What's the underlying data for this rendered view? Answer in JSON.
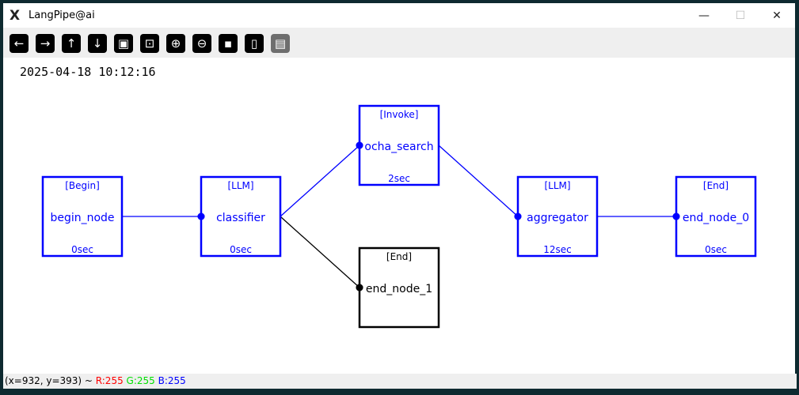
{
  "window": {
    "title": "LangPipe@ai",
    "app_icon": "x-logo-icon",
    "controls": {
      "minimize": "—",
      "maximize": "☐",
      "close": "✕"
    }
  },
  "toolbar": [
    {
      "name": "back-button",
      "icon": "arrow-left-icon",
      "glyph": "←"
    },
    {
      "name": "forward-button",
      "icon": "arrow-right-icon",
      "glyph": "→"
    },
    {
      "name": "up-button",
      "icon": "arrow-up-icon",
      "glyph": "↑"
    },
    {
      "name": "down-button",
      "icon": "arrow-down-icon",
      "glyph": "↓"
    },
    {
      "name": "image-button",
      "icon": "image-icon",
      "glyph": "▣"
    },
    {
      "name": "image-search-button",
      "icon": "image-search-icon",
      "glyph": "⊡"
    },
    {
      "name": "zoom-in-button",
      "icon": "zoom-in-icon",
      "glyph": "⊕"
    },
    {
      "name": "zoom-out-button",
      "icon": "zoom-out-icon",
      "glyph": "⊖"
    },
    {
      "name": "save-button",
      "icon": "save-icon",
      "glyph": "▪"
    },
    {
      "name": "clipboard-button",
      "icon": "clipboard-icon",
      "glyph": "▯"
    },
    {
      "name": "paint-button",
      "icon": "paint-brush-icon",
      "glyph": "▤",
      "disabled": true
    }
  ],
  "timestamp": "2025-04-18 10:12:16",
  "graph": {
    "colors": {
      "active": "#0000ff",
      "inactive": "#000000"
    },
    "nodes": [
      {
        "id": "begin",
        "type": "[Begin]",
        "label": "begin_node",
        "time": "0sec",
        "active": true
      },
      {
        "id": "classifier",
        "type": "[LLM]",
        "label": "classifier",
        "time": "0sec",
        "active": true
      },
      {
        "id": "search",
        "type": "[Invoke]",
        "label": "ocha_search",
        "time": "2sec",
        "active": true
      },
      {
        "id": "end1",
        "type": "[End]",
        "label": "end_node_1",
        "time": "",
        "active": false
      },
      {
        "id": "aggregator",
        "type": "[LLM]",
        "label": "aggregator",
        "time": "12sec",
        "active": true
      },
      {
        "id": "end0",
        "type": "[End]",
        "label": "end_node_0",
        "time": "0sec",
        "active": true
      }
    ],
    "edges": [
      {
        "from": "begin",
        "to": "classifier",
        "active": true
      },
      {
        "from": "classifier",
        "to": "search",
        "active": true
      },
      {
        "from": "classifier",
        "to": "end1",
        "active": false
      },
      {
        "from": "search",
        "to": "aggregator",
        "active": true
      },
      {
        "from": "aggregator",
        "to": "end0",
        "active": true
      }
    ]
  },
  "status": {
    "coords": "(x=932, y=393) ~ ",
    "r": "R:255",
    "g": "G:255",
    "b": "B:255",
    "r_color": "#ff0000",
    "g_color": "#00e000",
    "b_color": "#0000ff"
  }
}
